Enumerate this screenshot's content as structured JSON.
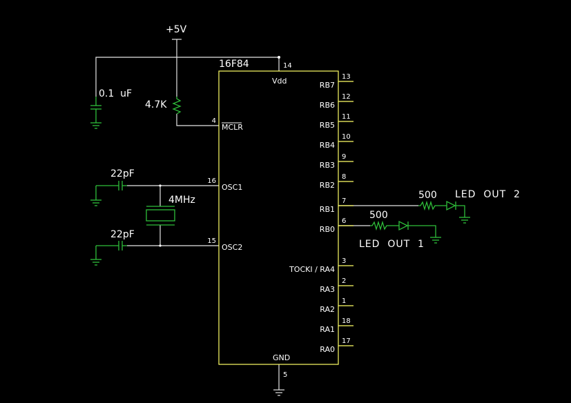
{
  "colors": {
    "background": "#000000",
    "ic_outline": "#ffff66",
    "wire": "#e6e6e6",
    "component": "#2fbf3a",
    "text": "#ffffff"
  },
  "chip": {
    "part": "16F84",
    "top_label": "Vdd",
    "bottom_label": "GND",
    "top_pin_number": "14",
    "bottom_pin_number": "5"
  },
  "left_pins": [
    {
      "label": "MCLR",
      "number": "4"
    },
    {
      "label": "OSC1",
      "number": "16"
    },
    {
      "label": "OSC2",
      "number": "15"
    }
  ],
  "right_pins": [
    {
      "label": "RB7",
      "number": "13"
    },
    {
      "label": "RB6",
      "number": "12"
    },
    {
      "label": "RB5",
      "number": "11"
    },
    {
      "label": "RB4",
      "number": "10"
    },
    {
      "label": "RB3",
      "number": "9"
    },
    {
      "label": "RB2",
      "number": "8"
    },
    {
      "label": "RB1",
      "number": "7"
    },
    {
      "label": "RB0",
      "number": "6"
    },
    {
      "label": "TOCKI / RA4",
      "number": "3"
    },
    {
      "label": "RA3",
      "number": "2"
    },
    {
      "label": "RA2",
      "number": "1"
    },
    {
      "label": "RA1",
      "number": "18"
    },
    {
      "label": "RA0",
      "number": "17"
    }
  ],
  "components": {
    "supply": "+5V",
    "decoupling_cap": "0.1  uF",
    "pullup_resistor": "4.7K",
    "osc_cap_top": "22pF",
    "osc_cap_bottom": "22pF",
    "crystal": "4MHz",
    "resistor_led2": "500",
    "resistor_led1": "500",
    "led2_label": "LED  OUT  2",
    "led1_label": "LED  OUT  1"
  }
}
